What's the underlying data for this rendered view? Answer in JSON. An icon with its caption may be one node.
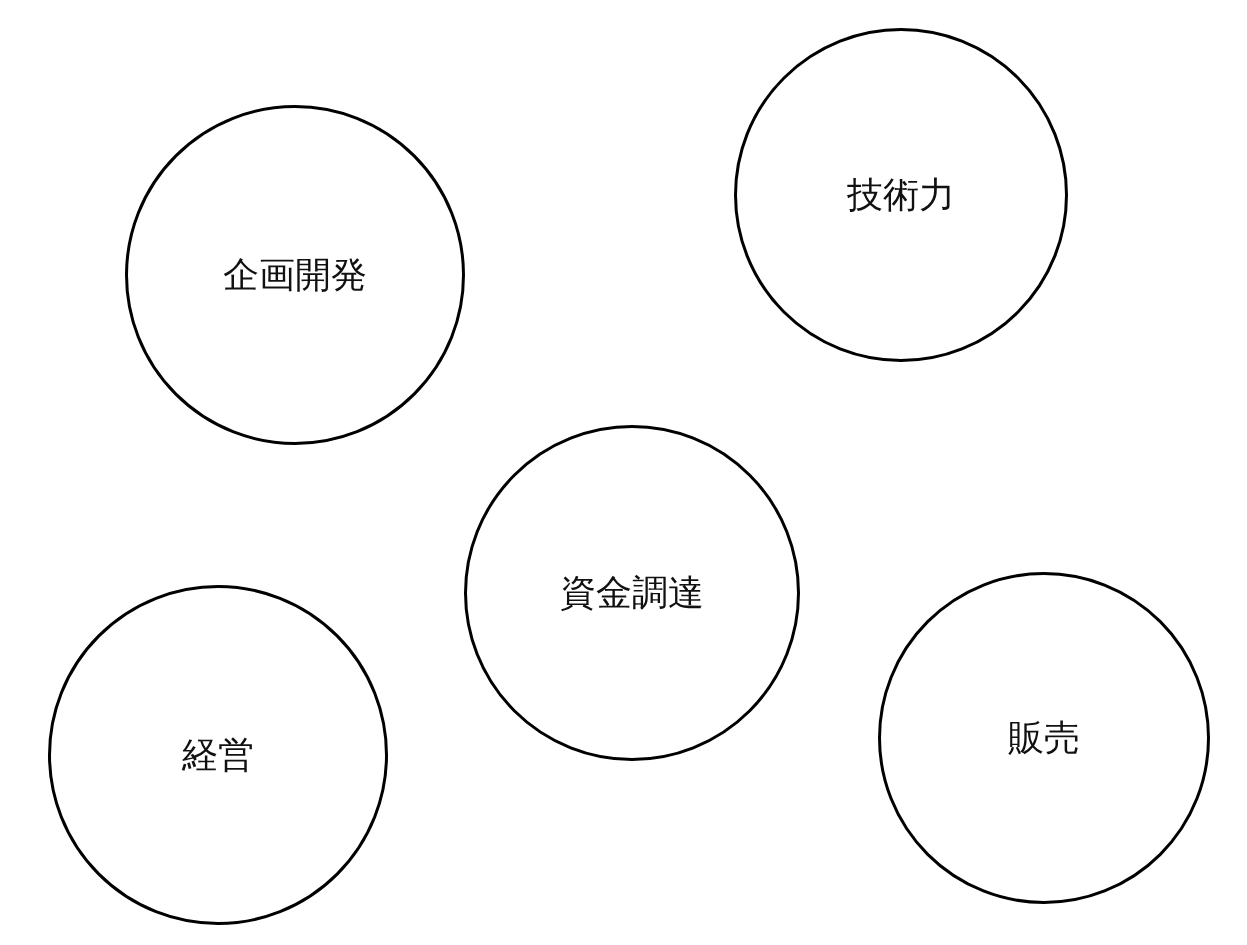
{
  "diagram": {
    "nodes": [
      {
        "text": [
          "企画開発"
        ]
      },
      {
        "text": [
          "技術力"
        ]
      },
      {
        "text": [
          "資金調達"
        ]
      },
      {
        "text": [
          "経営"
        ]
      },
      {
        "text": [
          "販売"
        ]
      }
    ]
  }
}
